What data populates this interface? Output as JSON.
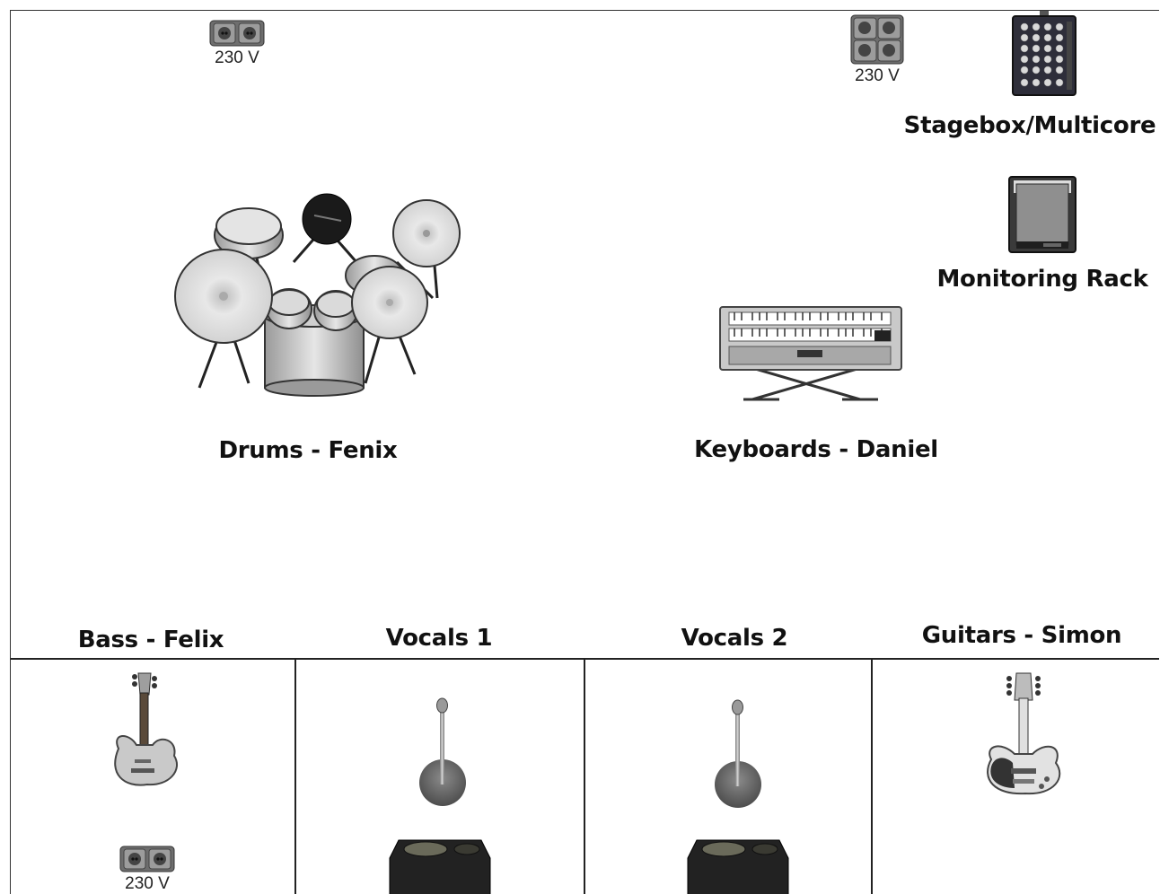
{
  "stage": {
    "labels": {
      "drums": "Drums - Fenix",
      "keyboards": "Keyboards - Daniel",
      "stagebox": "Stagebox/Multicore",
      "monitoring": "Monitoring Rack",
      "bass": "Bass - Felix",
      "vocals1": "Vocals 1",
      "vocals2": "Vocals 2",
      "guitars": "Guitars - Simon"
    },
    "power": {
      "top_left": "230 V",
      "top_right": "230 V",
      "bass": "230 V"
    }
  },
  "icons": [
    "power-outlet-icon",
    "drum-kit-icon",
    "keyboard-icon",
    "stagebox-icon",
    "monitoring-rack-icon",
    "bass-guitar-icon",
    "microphone-icon",
    "monitor-speaker-icon",
    "electric-guitar-icon"
  ]
}
